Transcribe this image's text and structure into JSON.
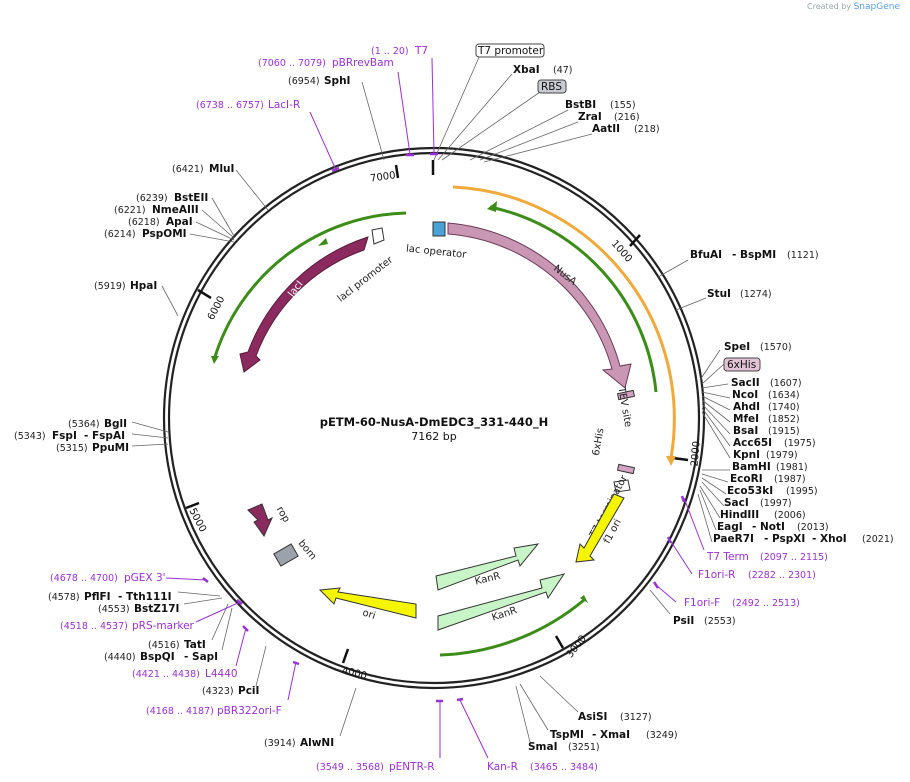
{
  "credit": {
    "prefix": "Created by",
    "brand": "SnapGene"
  },
  "plasmid": {
    "name": "pETM-60-NusA-DmEDC3_331-440_H",
    "length": "7162 bp"
  },
  "ticks": [
    "1000",
    "2000",
    "3000",
    "4000",
    "5000",
    "6000",
    "7000"
  ],
  "features": {
    "nusA": "NusA",
    "lacI": "lacI",
    "lacI_promoter": "lacI promoter",
    "lac_operator": "lac operator",
    "tev": "TEV site",
    "his6": "6xHis",
    "t7term": "T7 terminator",
    "f1ori": "f1 ori",
    "kanR1": "KanR",
    "kanR2": "KanR",
    "ori": "ori",
    "rop": "rop",
    "bom": "bom"
  },
  "boxed": {
    "t7promoter": "T7 promoter",
    "rbs": "RBS",
    "his6": "6xHis"
  },
  "enzymes": {
    "xbaI": "XbaI",
    "xbaI_pos": "(47)",
    "bstBI": "BstBI",
    "bstBI_pos": "(155)",
    "zraI": "ZraI",
    "zraI_pos": "(216)",
    "aatII": "AatII",
    "aatII_pos": "(218)",
    "bfuAI": "BfuAI",
    "bspMI": "- BspMI",
    "bfuAI_pos": "(1121)",
    "stuI": "StuI",
    "stuI_pos": "(1274)",
    "speI": "SpeI",
    "speI_pos": "(1570)",
    "sacII": "SacII",
    "sacII_pos": "(1607)",
    "ncoI": "NcoI",
    "ncoI_pos": "(1634)",
    "ahdI": "AhdI",
    "ahdI_pos": "(1740)",
    "mfeI": "MfeI",
    "mfeI_pos": "(1852)",
    "bsaI": "BsaI",
    "bsaI_pos": "(1915)",
    "acc65I": "Acc65I",
    "acc65I_pos": "(1975)",
    "kpnI": "KpnI",
    "kpnI_pos": "(1979)",
    "bamHI": "BamHI",
    "bamHI_pos": "(1981)",
    "ecoRI": "EcoRI",
    "ecoRI_pos": "(1987)",
    "eco53kI": "Eco53kI",
    "eco53kI_pos": "(1995)",
    "sacI": "SacI",
    "sacI_pos": "(1997)",
    "hindIII": "HindIII",
    "hindIII_pos": "(2006)",
    "eagI": "EagI",
    "notI": "- NotI",
    "eagI_pos": "(2013)",
    "paeR7I": "PaeR7I",
    "pspXI": "- PspXI",
    "xhoI": "- XhoI",
    "paeR7I_pos": "(2021)",
    "psiI": "PsiI",
    "psiI_pos": "(2553)",
    "asiSI": "AsiSI",
    "asiSI_pos": "(3127)",
    "tspMI": "TspMI",
    "xmaI": "- XmaI",
    "tspMI_pos": "(3249)",
    "smaI": "SmaI",
    "smaI_pos": "(3251)",
    "alwNI": "AlwNI",
    "alwNI_pos": "(3914)",
    "pciI": "PciI",
    "pciI_pos": "(4323)",
    "bspQI": "BspQI",
    "sapI": "- SapI",
    "bspQI_pos": "(4440)",
    "tatI": "TatI",
    "tatI_pos": "(4516)",
    "pflFI": "PflFI",
    "tth111I": "- Tth111I",
    "pflFI_pos": "(4578)",
    "bstZ17I": "BstZ17I",
    "bstZ17I_pos": "(4553)",
    "ppuMI": "PpuMI",
    "ppuMI_pos": "(5315)",
    "fspI": "FspI",
    "fspAI": "- FspAI",
    "fspI_pos": "(5343)",
    "bglI": "BglI",
    "bglI_pos": "(5364)",
    "hpaI": "HpaI",
    "hpaI_pos": "(5919)",
    "pspOMI": "PspOMI",
    "pspOMI_pos": "(6214)",
    "apaI": "ApaI",
    "apaI_pos": "(6218)",
    "nmeAIII": "NmeAIII",
    "nmeAIII_pos": "(6221)",
    "bstEII": "BstEII",
    "bstEII_pos": "(6239)",
    "mluI": "MluI",
    "mluI_pos": "(6421)",
    "sphI": "SphI",
    "sphI_pos": "(6954)"
  },
  "primers": {
    "t7": "T7",
    "t7_pos": "(1 .. 20)",
    "pBRrevBam": "pBRrevBam",
    "pBRrevBam_pos": "(7060 .. 7079)",
    "lacIR": "LacI-R",
    "lacIR_pos": "(6738 .. 6757)",
    "t7term": "T7 Term",
    "t7term_pos": "(2097 .. 2115)",
    "f1oriR": "F1ori-R",
    "f1oriR_pos": "(2282 .. 2301)",
    "f1oriF": "F1ori-F",
    "f1oriF_pos": "(2492 .. 2513)",
    "kanR": "Kan-R",
    "kanR_pos": "(3465 .. 3484)",
    "pENTRR": "pENTR-R",
    "pENTRR_pos": "(3549 .. 3568)",
    "pBR322oriF": "pBR322ori-F",
    "pBR322oriF_pos": "(4168 .. 4187)",
    "l4440": "L4440",
    "l4440_pos": "(4421 .. 4438)",
    "pRSmarker": "pRS-marker",
    "pRSmarker_pos": "(4518 .. 4537)",
    "pGEX3": "pGEX 3'",
    "pGEX3_pos": "(4678 .. 4700)"
  },
  "colors": {
    "backbone": "#222222",
    "nusA": "#c996b4",
    "lacI": "#8b2a5e",
    "kan": "#c8f5c8",
    "yellow": "#f5f500",
    "orange": "#f2a93b",
    "green": "#3b8d18",
    "primer": "#9b30d9",
    "bom": "#9aa3ab",
    "tev": "#d4a2c2"
  },
  "icons": [
    "feature-arrow",
    "primer-tick"
  ]
}
